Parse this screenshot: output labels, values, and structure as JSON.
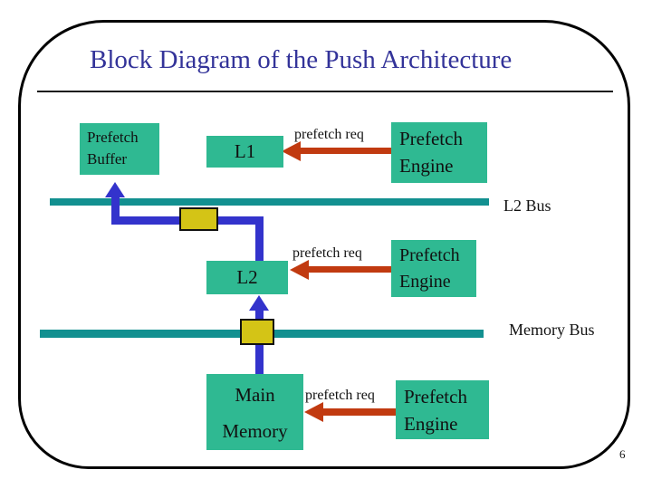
{
  "slide": {
    "title": "Block Diagram of the Push Architecture",
    "page_number": "6"
  },
  "colors": {
    "title_text": "#333399",
    "node_fill": "#2fb992",
    "bus_bar_teal": "#129090",
    "connector_blue": "#3333cc",
    "arrow_red": "#c13a10",
    "bus_interface_yellow": "#d4c416",
    "label_text": "#111111",
    "border": "#000000"
  },
  "nodes": {
    "prefetch_buffer": {
      "line1": "Prefetch",
      "line2": "Buffer"
    },
    "l1_cache": {
      "label": "L1"
    },
    "l2_cache": {
      "label": "L2"
    },
    "main_memory": {
      "line1": "Main",
      "line2": "Memory"
    },
    "prefetch_engine_l1": {
      "line1": "Prefetch",
      "line2": "Engine"
    },
    "prefetch_engine_l2": {
      "line1": "Prefetch",
      "line2": "Engine"
    },
    "prefetch_engine_mem": {
      "line1": "Prefetch",
      "line2": "Engine"
    }
  },
  "edges": {
    "prefetch_req_l1": "prefetch req",
    "prefetch_req_l2": "prefetch req",
    "prefetch_req_mem": "prefetch req"
  },
  "buses": {
    "l2_bus": "L2 Bus",
    "memory_bus": "Memory Bus"
  }
}
